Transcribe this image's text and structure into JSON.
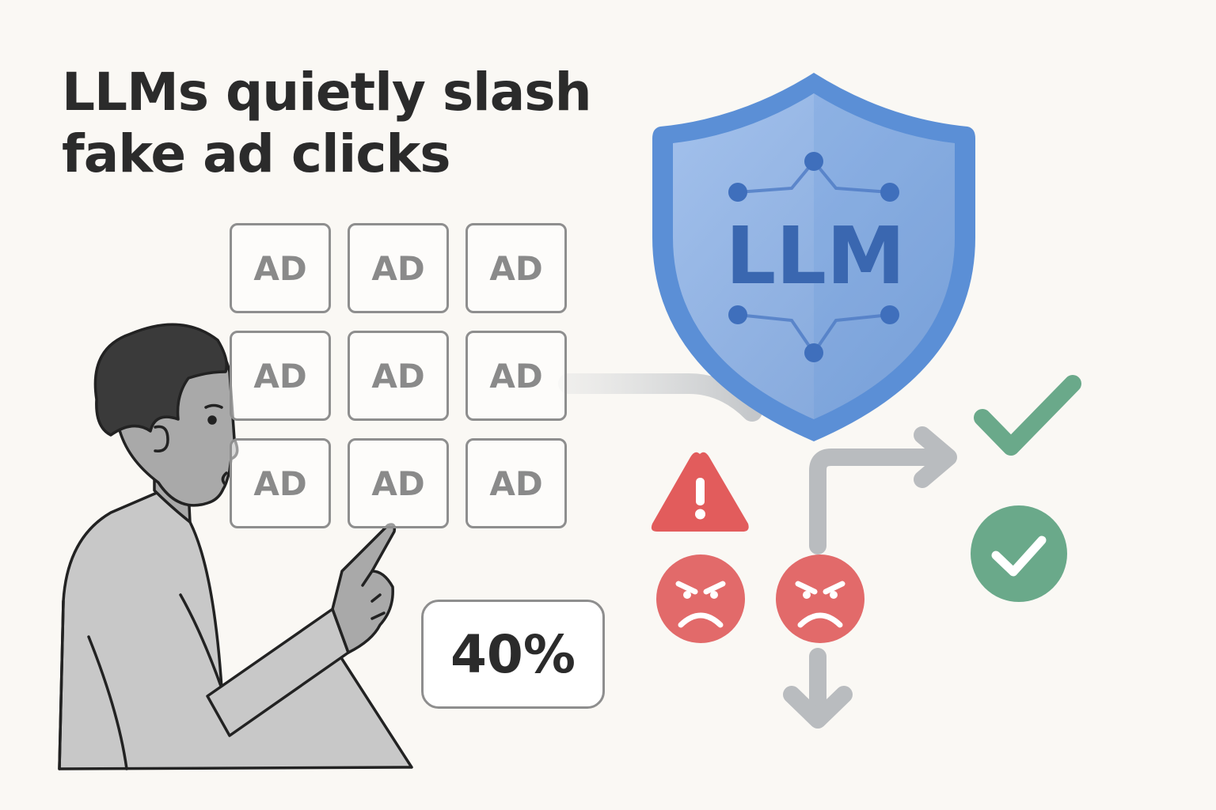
{
  "headline": {
    "line1": "LLMs quietly slash",
    "line2": "fake ad clicks"
  },
  "ads": {
    "label": "AD",
    "count": 9
  },
  "shield": {
    "label": "LLM"
  },
  "stat": {
    "value": "40%"
  },
  "colors": {
    "background": "#faf8f4",
    "shield_blue": "#5b8fd6",
    "warning_red": "#e25c5c",
    "success_green": "#6aa98a",
    "arrow_gray": "#b9bcbf"
  },
  "icons": [
    "shield-icon",
    "warning-icon",
    "angry-face-icon",
    "angry-face-icon",
    "check-mark-icon",
    "check-circle-icon",
    "arrow-right-icon",
    "arrow-down-icon",
    "person-pointing-illustration"
  ]
}
